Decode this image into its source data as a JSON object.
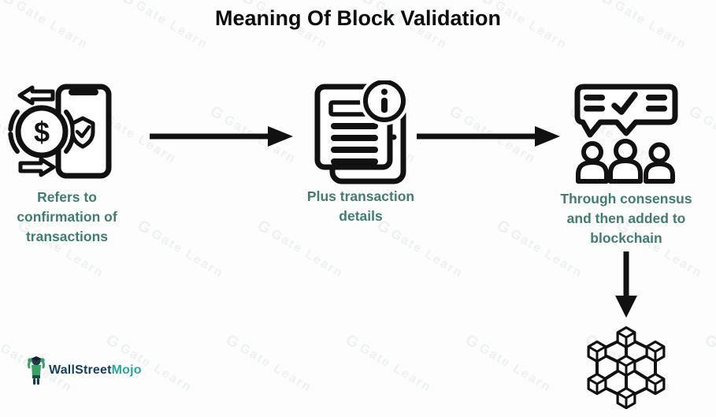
{
  "title": "Meaning Of Block Validation",
  "watermark": {
    "brand_g": "G",
    "text": "Gate Learn"
  },
  "steps": [
    {
      "id": "confirmation",
      "icon": "phone-transaction-icon",
      "caption": "Refers to confirmation of transactions"
    },
    {
      "id": "details",
      "icon": "document-info-icon",
      "caption": "Plus transaction details"
    },
    {
      "id": "consensus",
      "icon": "consensus-people-icon",
      "caption": "Through consensus and then added to blockchain"
    },
    {
      "id": "blockchain",
      "icon": "blockchain-network-icon",
      "caption": ""
    }
  ],
  "icon_glyphs": {
    "dollar_sign": "$",
    "info_mark": "i"
  },
  "logo": {
    "part1": "WallStreet",
    "part2": "Mojo"
  },
  "colors": {
    "ink": "#111111",
    "caption_teal": "#3E7D6F",
    "logo_navy": "#143C5E",
    "logo_teal": "#27A79C",
    "watermark": "#EDF1F1",
    "background": "#FDFDFD"
  }
}
